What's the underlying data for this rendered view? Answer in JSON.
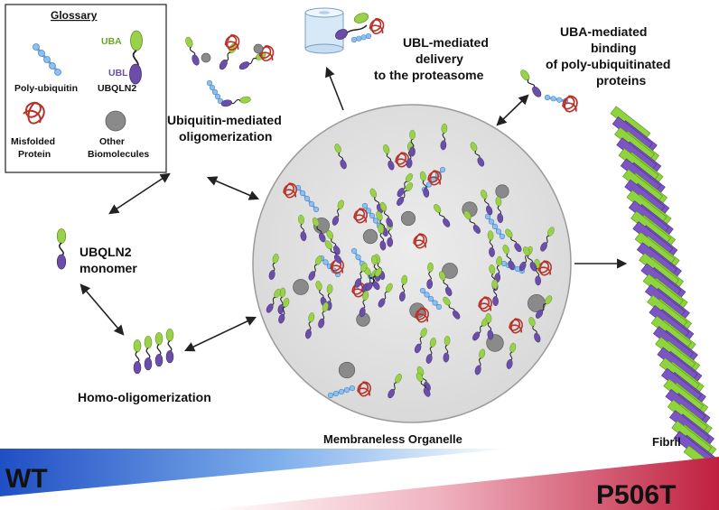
{
  "glossary": {
    "title": "Glossary",
    "uba": "UBA",
    "ubl": "UBL",
    "ubqln2": "UBQLN2",
    "poly_ubiquitin": "Poly-ubiquitin",
    "misfolded": [
      "Misfolded",
      "Protein"
    ],
    "other_biomolecules": [
      "Other",
      "Biomolecules"
    ]
  },
  "labels": {
    "ubiquitin_oligomerization": [
      "Ubiquitin-mediated",
      "oligomerization"
    ],
    "ubl_delivery": [
      "UBL-mediated",
      "delivery",
      "to the proteasome"
    ],
    "uba_binding": [
      "UBA-mediated",
      "binding",
      "of poly-ubiquitinated",
      "proteins"
    ],
    "monomer": [
      "UBQLN2",
      "monomer"
    ],
    "homo_oligomerization": "Homo-oligomerization",
    "organelle": "Membraneless Organelle",
    "fibril": "Fibril"
  },
  "gradient": {
    "left_label": "WT",
    "right_label": "P506T"
  },
  "colors": {
    "uba_green": "#9ad14b",
    "ubl_purple": "#6a4ea8",
    "ubiquitin_blue": "#7fb2e6",
    "misfolded_red": "#c0392b",
    "biomolecule_gray": "#8a8a8a",
    "organelle_fill": "#e3e3e3",
    "wt_blue": "#1f53c6",
    "p506t_red": "#c4264a"
  }
}
